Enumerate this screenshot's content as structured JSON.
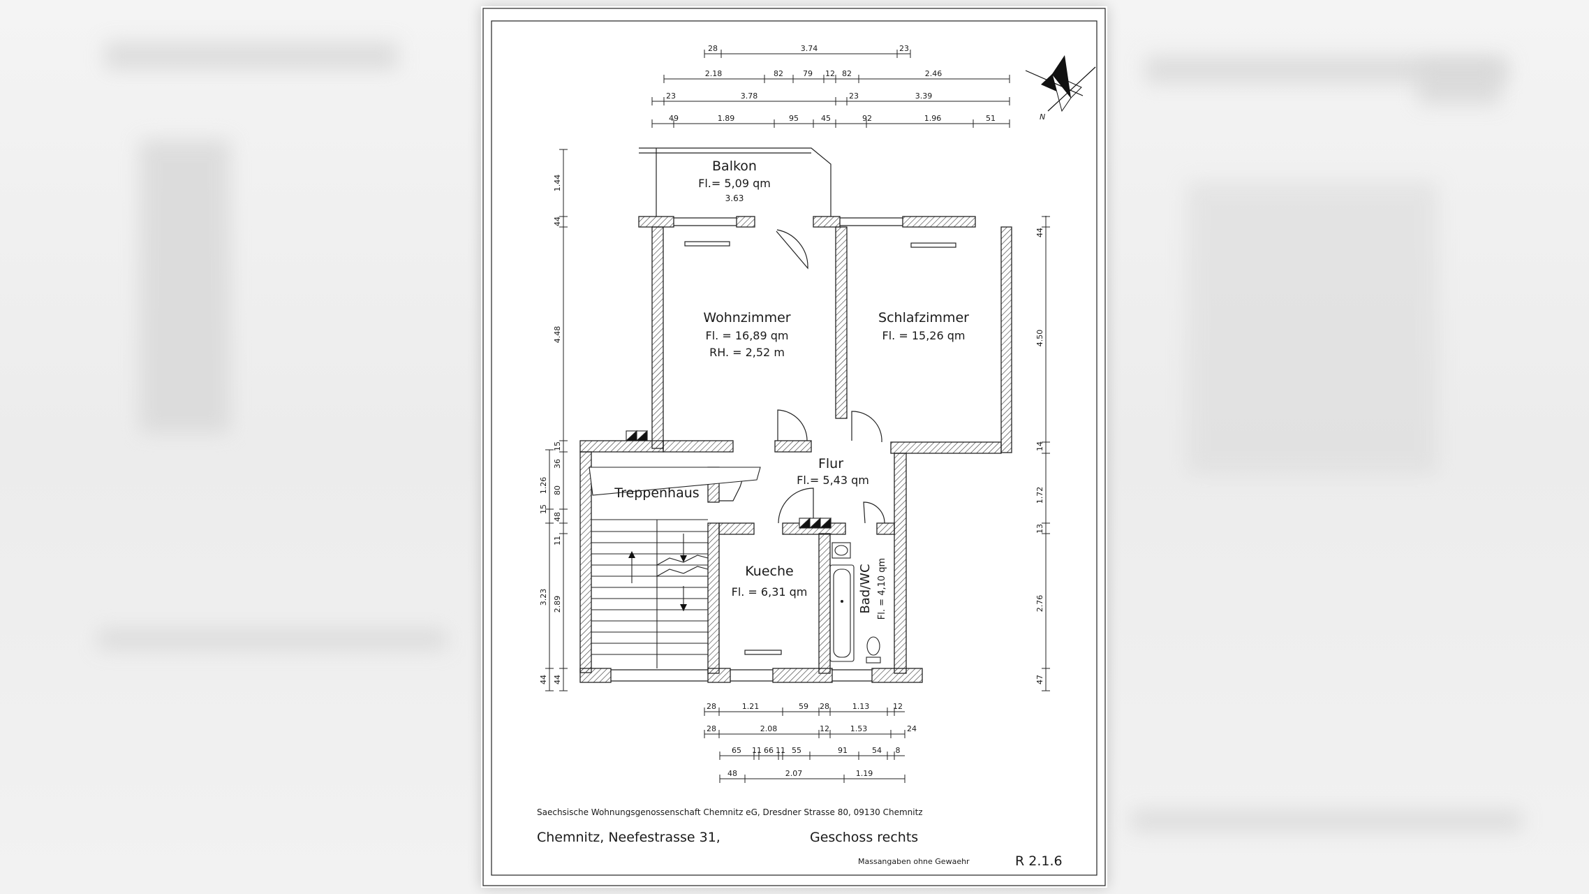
{
  "plan": {
    "balcony": {
      "name": "Balkon",
      "area": "Fl.= 5,09 qm",
      "width": "3.63"
    },
    "rooms": [
      {
        "name": "Wohnzimmer",
        "area": "Fl. = 16,89 qm",
        "height": "RH. = 2,52 m"
      },
      {
        "name": "Schlafzimmer",
        "area": "Fl. = 15,26 qm"
      },
      {
        "name": "Flur",
        "area": "Fl.= 5,43 qm"
      },
      {
        "name": "Treppenhaus"
      },
      {
        "name": "Kueche",
        "area": "Fl. = 6,31 qm"
      },
      {
        "name": "Bad/WC",
        "area": "Fl. = 4,10 qm"
      }
    ],
    "north_label": "N",
    "dims_top": {
      "row1": [
        "28",
        "3.74",
        "23"
      ],
      "row2": [
        "2.18",
        "82",
        "79",
        "12",
        "82",
        "2.46"
      ],
      "row3": [
        "23",
        "3.78",
        "23",
        "3.39"
      ],
      "row4": [
        "49",
        "1.89",
        "95",
        "45",
        "92",
        "1.96",
        "51"
      ]
    },
    "dims_left": {
      "outer": [
        "1.44",
        "44",
        "4.48",
        "15",
        "1.26",
        "15",
        "3.23",
        "44"
      ],
      "inner": [
        "36",
        "80",
        "48",
        "11",
        "2.89",
        "44"
      ]
    },
    "dims_right": [
      "44",
      "4.50",
      "14",
      "1.72",
      "13",
      "2.76",
      "47"
    ],
    "dims_bottom": {
      "row1": [
        "28",
        "1.21",
        "59",
        "28",
        "1.13",
        "12"
      ],
      "row2": [
        "28",
        "2.08",
        "12",
        "1.53",
        "24"
      ],
      "row3": [
        "65",
        "11",
        "66",
        "11",
        "55",
        "91",
        "54",
        "8"
      ],
      "row4": [
        "48",
        "2.07",
        "1.19"
      ]
    },
    "footer": {
      "company": "Saechsische Wohnungsgenossenschaft Chemnitz eG, Dresdner Strasse 80,  09130 Chemnitz",
      "address": "Chemnitz, Neefestrasse 31,",
      "floor": "Geschoss rechts",
      "note": "Massangaben ohne Gewaehr",
      "ref": "R 2.1.6"
    }
  }
}
